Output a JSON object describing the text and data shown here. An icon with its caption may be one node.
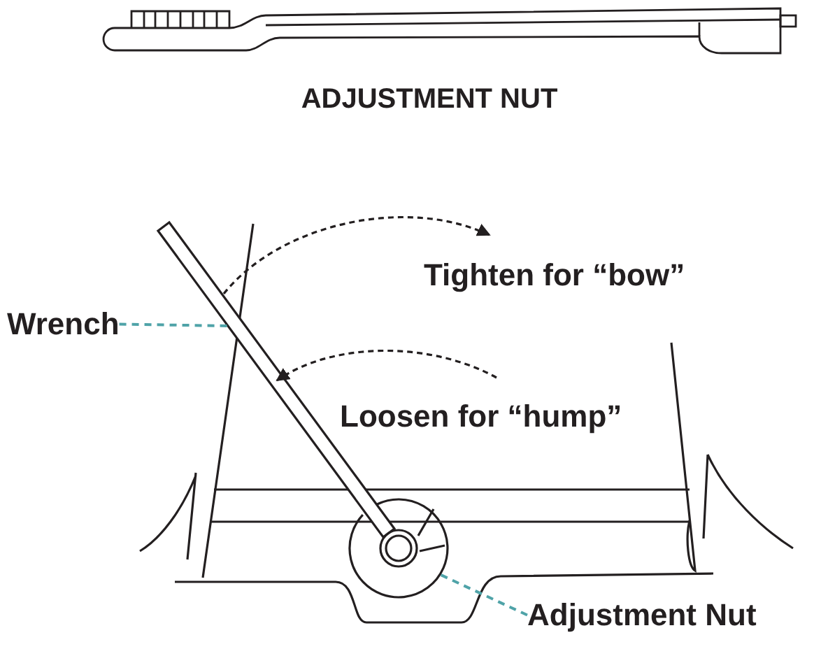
{
  "diagram": {
    "title": "ADJUSTMENT NUT",
    "nodes": [
      {
        "text": [
          "Wrench"
        ]
      },
      {
        "text": [],
        "shape": "bar"
      },
      {
        "text": [
          "Adjustment Nut"
        ]
      },
      {
        "text": [],
        "shape": "circle"
      }
    ],
    "edges": [
      {
        "from": 0,
        "to": 1,
        "arrow": "none",
        "style": "dashed",
        "color": "#4fa3a8"
      },
      {
        "from": 2,
        "to": 3,
        "arrow": "none",
        "style": "dashed",
        "color": "#4fa3a8"
      }
    ],
    "labels": [
      "Tighten for “bow”",
      "Loosen for “hump”"
    ]
  }
}
